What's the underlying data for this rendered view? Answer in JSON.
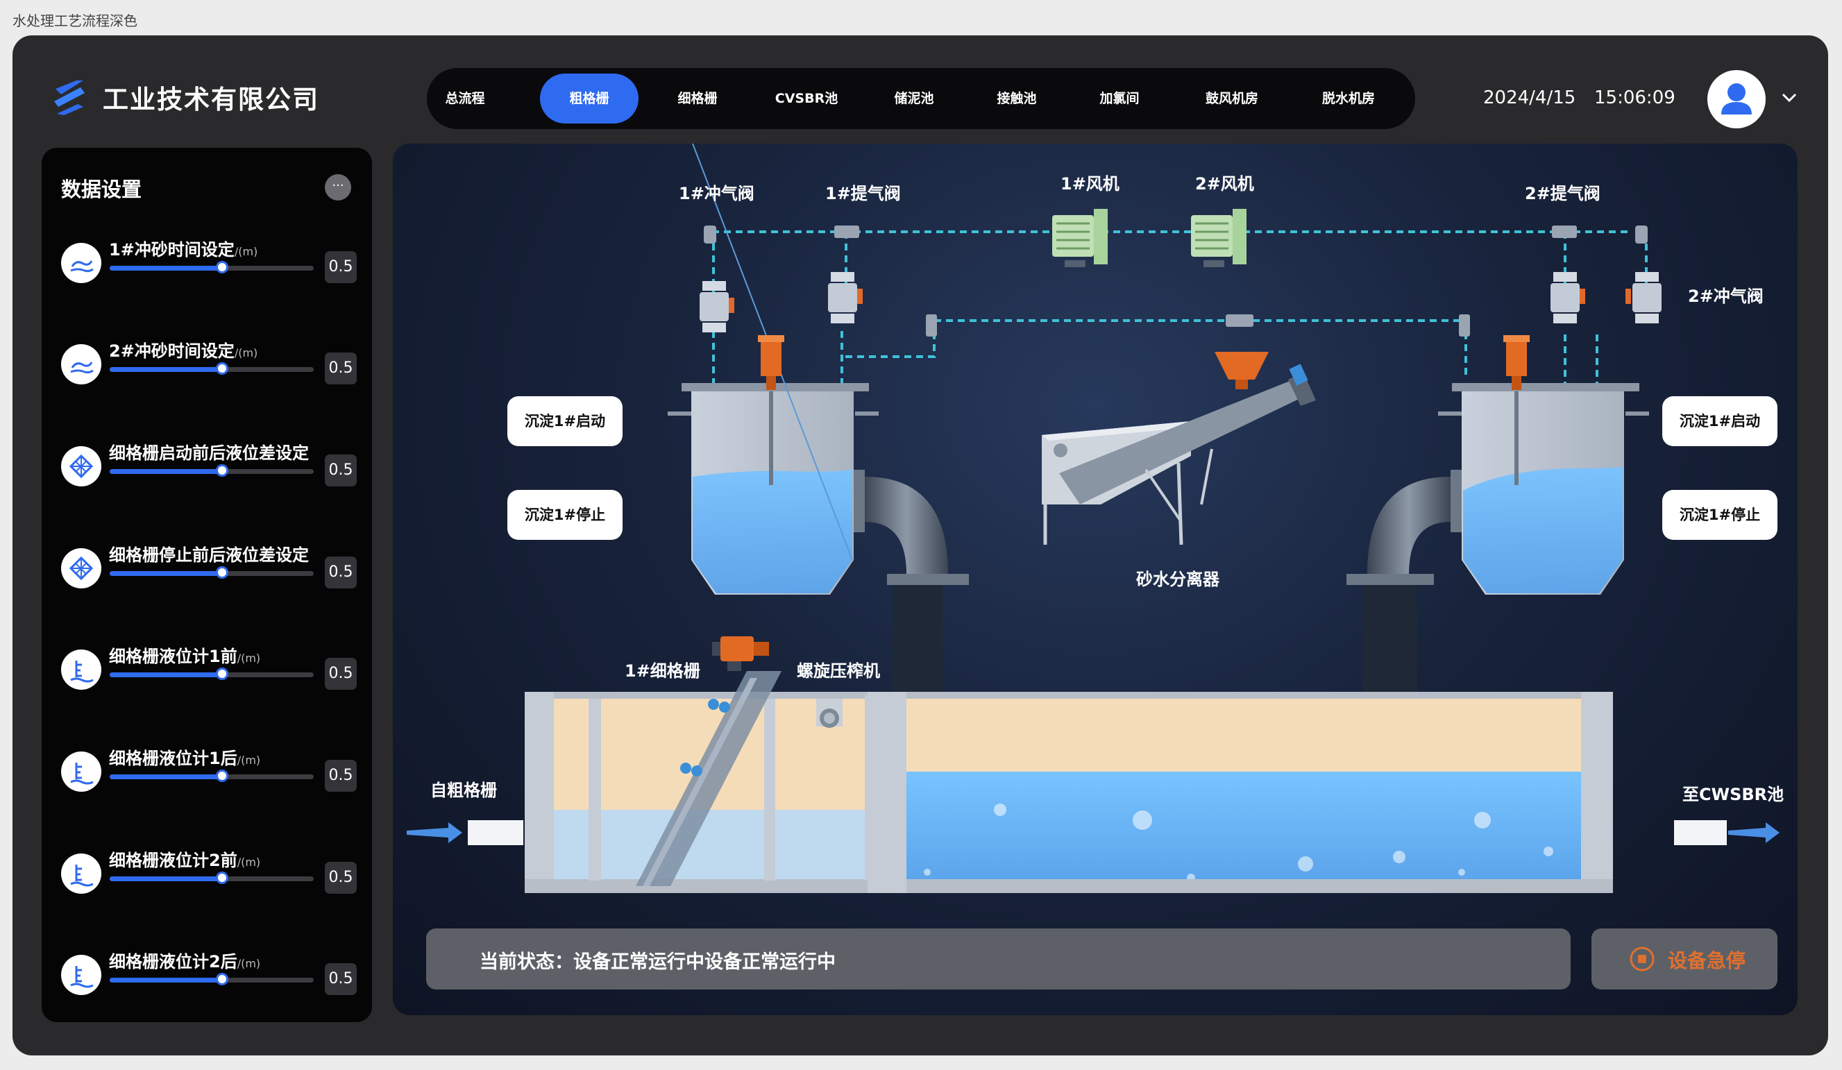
{
  "page_label": "水处理工艺流程深色",
  "company": "工业技术有限公司",
  "nav": {
    "tabs": [
      {
        "label": "总流程",
        "active": false
      },
      {
        "label": "粗格栅",
        "active": true
      },
      {
        "label": "细格栅",
        "active": false
      },
      {
        "label": "CVSBR池",
        "active": false
      },
      {
        "label": "储泥池",
        "active": false
      },
      {
        "label": "接触池",
        "active": false
      },
      {
        "label": "加氯间",
        "active": false
      },
      {
        "label": "鼓风机房",
        "active": false
      },
      {
        "label": "脱水机房",
        "active": false
      }
    ]
  },
  "header": {
    "date": "2024/4/15",
    "time": "15:06:09"
  },
  "panel": {
    "title": "数据设置",
    "more": "···",
    "settings": [
      {
        "label": "1#冲砂时间设定",
        "unit": "/(m)",
        "value": "0.5",
        "level": 0.55,
        "icon": "sand-flush-icon"
      },
      {
        "label": "2#冲砂时间设定",
        "unit": "/(m)",
        "value": "0.5",
        "level": 0.55,
        "icon": "sand-flush-icon"
      },
      {
        "label": "细格栅启动前后液位差设定",
        "unit": "",
        "value": "0.5",
        "level": 0.55,
        "icon": "grid-icon"
      },
      {
        "label": "细格栅停止前后液位差设定",
        "unit": "",
        "value": "0.5",
        "level": 0.55,
        "icon": "grid-icon"
      },
      {
        "label": "细格栅液位计1前",
        "unit": "/(m)",
        "value": "0.5",
        "level": 0.55,
        "icon": "level-gauge-icon"
      },
      {
        "label": "细格栅液位计1后",
        "unit": "/(m)",
        "value": "0.5",
        "level": 0.55,
        "icon": "level-gauge-icon"
      },
      {
        "label": "细格栅液位计2前",
        "unit": "/(m)",
        "value": "0.5",
        "level": 0.55,
        "icon": "level-gauge-icon"
      },
      {
        "label": "细格栅液位计2后",
        "unit": "/(m)",
        "value": "0.5",
        "level": 0.55,
        "icon": "level-gauge-icon"
      }
    ]
  },
  "diagram": {
    "valve_flush_1": "1#冲气阀",
    "valve_lift_1": "1#提气阀",
    "fan_1": "1#风机",
    "fan_2": "2#风机",
    "valve_lift_2": "2#提气阀",
    "valve_flush_2": "2#冲气阀",
    "separator": "砂水分离器",
    "fine_screen": "1#细格栅",
    "screw_press": "螺旋压榨机",
    "inlet": "自粗格栅",
    "outlet": "至CWSBR池",
    "left_start": "沉淀1#启动",
    "left_stop": "沉淀1#停止",
    "right_start": "沉淀1#启动",
    "right_stop": "沉淀1#停止"
  },
  "status": {
    "text": "当前状态：设备正常运行中设备正常运行中"
  },
  "estop": {
    "label": "设备急停"
  },
  "colors": {
    "accent": "#2f6bf0",
    "water": "#6fb8f5",
    "warning": "#e0702f",
    "pipe": "#3fb8c8"
  }
}
